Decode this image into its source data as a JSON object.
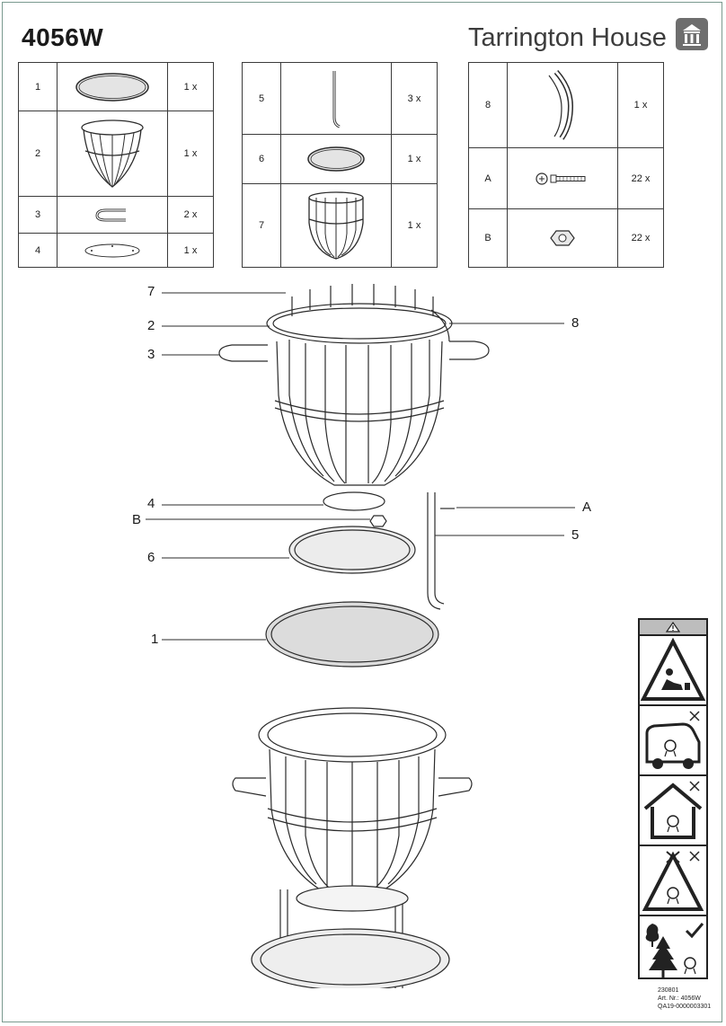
{
  "header": {
    "model": "4056W",
    "brand": "Tarrington House"
  },
  "parts_tables": [
    {
      "rows": [
        {
          "id": "1",
          "qty": "1 x",
          "icon": "round-plate-icon"
        },
        {
          "id": "2",
          "qty": "1 x",
          "icon": "upper-basket-icon"
        },
        {
          "id": "3",
          "qty": "2 x",
          "icon": "handle-icon"
        },
        {
          "id": "4",
          "qty": "1 x",
          "icon": "base-plate-icon"
        }
      ]
    },
    {
      "rows": [
        {
          "id": "5",
          "qty": "3 x",
          "icon": "leg-icon"
        },
        {
          "id": "6",
          "qty": "1 x",
          "icon": "ash-tray-icon"
        },
        {
          "id": "7",
          "qty": "1 x",
          "icon": "lower-basket-icon"
        }
      ]
    },
    {
      "rows": [
        {
          "id": "8",
          "qty": "1 x",
          "icon": "side-strap-icon"
        },
        {
          "id": "A",
          "qty": "22 x",
          "icon": "screw-icon"
        },
        {
          "id": "B",
          "qty": "22 x",
          "icon": "nut-icon"
        }
      ]
    }
  ],
  "exploded_view": {
    "callouts": [
      {
        "label": "7"
      },
      {
        "label": "2"
      },
      {
        "label": "3"
      },
      {
        "label": "8"
      },
      {
        "label": "4"
      },
      {
        "label": "B"
      },
      {
        "label": "A"
      },
      {
        "label": "6"
      },
      {
        "label": "5"
      },
      {
        "label": "1"
      }
    ]
  },
  "warnings": {
    "head_icon": "warning-triangle-icon",
    "items": [
      {
        "icon": "no-sleeping-near-fire-icon"
      },
      {
        "icon": "not-in-vehicle-icon"
      },
      {
        "icon": "not-indoors-icon"
      },
      {
        "icon": "not-in-tent-icon"
      },
      {
        "icon": "outdoor-use-ok-icon"
      }
    ]
  },
  "footer": {
    "line1": "230801",
    "line2": "Art. Nr.: 4056W",
    "line3": "QA19-0000003301"
  },
  "colors": {
    "line": "#2b2b2b",
    "plate_fill": "#d9d9d9",
    "warning_head": "#bdbdbd"
  }
}
